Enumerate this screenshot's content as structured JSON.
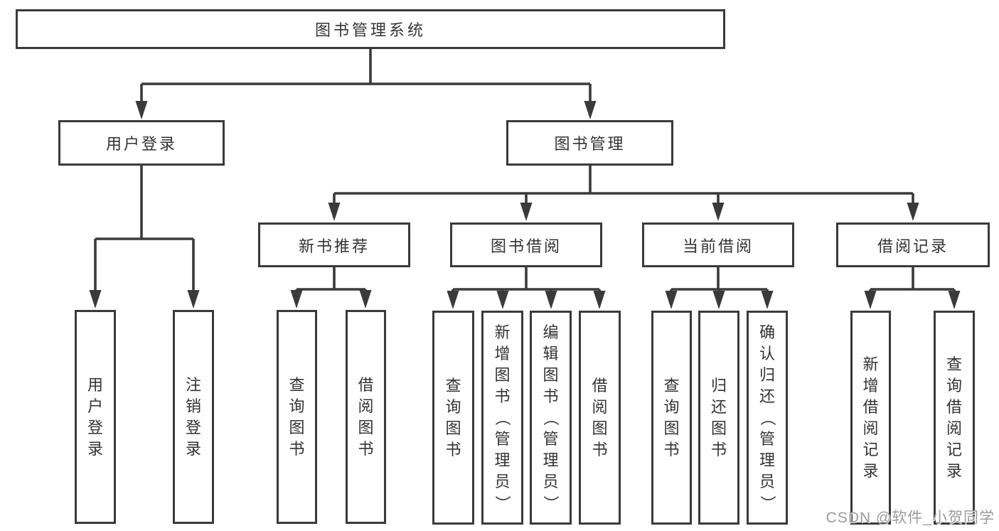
{
  "diagram": {
    "title_node": "图书管理系统",
    "tree": {
      "root": "图书管理系统",
      "branches": [
        {
          "label": "用户登录",
          "children": [
            "用户登录",
            "注销登录"
          ]
        },
        {
          "label": "图书管理",
          "sections": [
            {
              "label": "新书推荐",
              "children": [
                "查询图书",
                "借阅图书"
              ]
            },
            {
              "label": "图书借阅",
              "children": [
                "查询图书",
                "新增图书（管理员）",
                "编辑图书（管理员）",
                "借阅图书"
              ]
            },
            {
              "label": "当前借阅",
              "children": [
                "查询图书",
                "归还图书",
                "确认归还（管理员）"
              ]
            },
            {
              "label": "借阅记录",
              "children": [
                "新增借阅记录",
                "查询借阅记录"
              ]
            }
          ]
        }
      ]
    },
    "colors": {
      "line": "#3a3a3a",
      "box_border": "#3a3a3a",
      "box_background": "#ffffff",
      "text": "#333333",
      "watermark": "#9b9b9b",
      "background": "#ffffff"
    }
  },
  "watermark": "CSDN @软件_小贺同学"
}
